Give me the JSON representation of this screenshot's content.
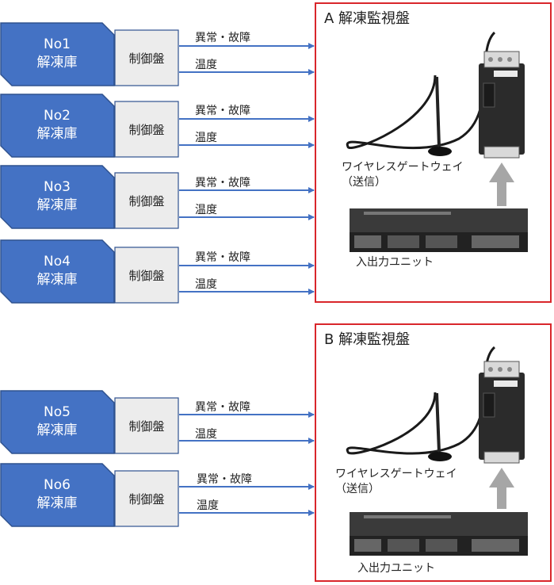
{
  "units": [
    {
      "no": "No1",
      "name": "解凍庫",
      "controller": "制御盤",
      "signals": [
        "異常・故障",
        "温度"
      ]
    },
    {
      "no": "No2",
      "name": "解凍庫",
      "controller": "制御盤",
      "signals": [
        "異常・故障",
        "温度"
      ]
    },
    {
      "no": "No3",
      "name": "解凍庫",
      "controller": "制御盤",
      "signals": [
        "異常・故障",
        "温度"
      ]
    },
    {
      "no": "No4",
      "name": "解凍庫",
      "controller": "制御盤",
      "signals": [
        "異常・故障",
        "温度"
      ]
    },
    {
      "no": "No5",
      "name": "解凍庫",
      "controller": "制御盤",
      "signals": [
        "異常・故障",
        "温度"
      ]
    },
    {
      "no": "No6",
      "name": "解凍庫",
      "controller": "制御盤",
      "signals": [
        "異常・故障",
        "温度"
      ]
    }
  ],
  "panels": [
    {
      "title": "A 解凍監視盤",
      "gateway": "ワイヤレスゲートウェイ",
      "gateway_sub": "（送信）",
      "io_unit": "入出力ユニット"
    },
    {
      "title": "B 解凍監視盤",
      "gateway": "ワイヤレスゲートウェイ",
      "gateway_sub": "（送信）",
      "io_unit": "入出力ユニット"
    }
  ],
  "colors": {
    "thaw_fill": "#4472c4",
    "thaw_stroke": "#2f528f",
    "ctrl_fill": "#ececec",
    "arrow": "#4472c4",
    "panel_border": "#d9262b"
  }
}
